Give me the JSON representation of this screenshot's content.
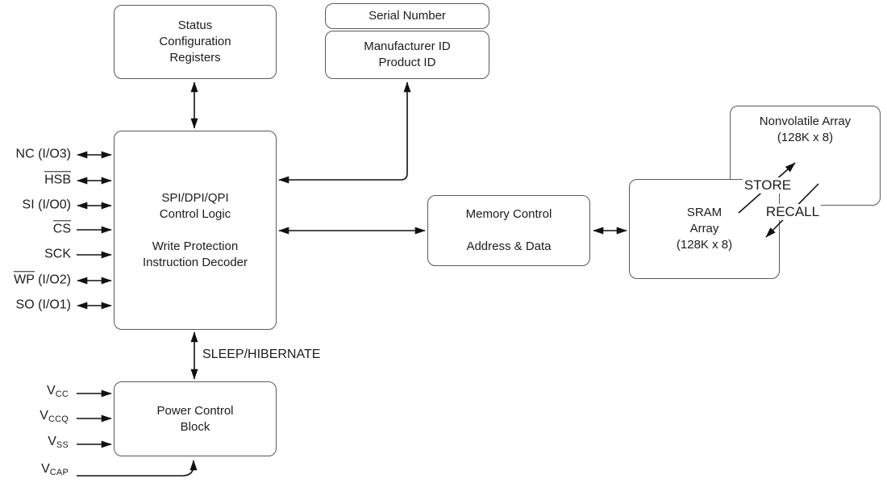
{
  "diagram": {
    "boxes": {
      "status_registers": {
        "text": "Status\nConfiguration\nRegisters"
      },
      "serial_number": {
        "text": "Serial Number"
      },
      "manufacturer_product_id": {
        "text": "Manufacturer ID\nProduct ID"
      },
      "control_logic": {
        "text": "SPI/DPI/QPI\nControl Logic\n\nWrite Protection\nInstruction Decoder"
      },
      "memory_control": {
        "text": "Memory Control\n\nAddress & Data"
      },
      "sram_array": {
        "text": "SRAM\nArray\n(128K x 8)"
      },
      "nonvolatile_array": {
        "text": "Nonvolatile Array\n(128K x 8)"
      },
      "power_control": {
        "text": "Power Control\nBlock"
      }
    },
    "labels": {
      "store": "STORE",
      "recall": "RECALL",
      "sleep_hibernate": "SLEEP/HIBERNATE"
    },
    "left_pins": [
      {
        "over": "",
        "text": "NC (I/O3)",
        "direction": "bidirectional"
      },
      {
        "over": "HSB",
        "text": "",
        "direction": "bidirectional"
      },
      {
        "over": "",
        "text": "SI (I/O0)",
        "direction": "bidirectional"
      },
      {
        "over": "CS",
        "text": "",
        "direction": "input"
      },
      {
        "over": "",
        "text": "SCK",
        "direction": "input"
      },
      {
        "over": "WP",
        "text": " (I/O2)",
        "direction": "bidirectional"
      },
      {
        "over": "",
        "text": "SO (I/O1)",
        "direction": "bidirectional"
      }
    ],
    "power_pins": [
      {
        "base": "V",
        "sub": "CC",
        "direction": "input"
      },
      {
        "base": "V",
        "sub": "CCQ",
        "direction": "input"
      },
      {
        "base": "V",
        "sub": "SS",
        "direction": "input"
      },
      {
        "base": "V",
        "sub": "CAP",
        "direction": "input"
      }
    ],
    "colors": {
      "background": "#ffffff",
      "box_border": "#595959",
      "text": "#1c1c1c",
      "arrow": "#111111"
    }
  }
}
